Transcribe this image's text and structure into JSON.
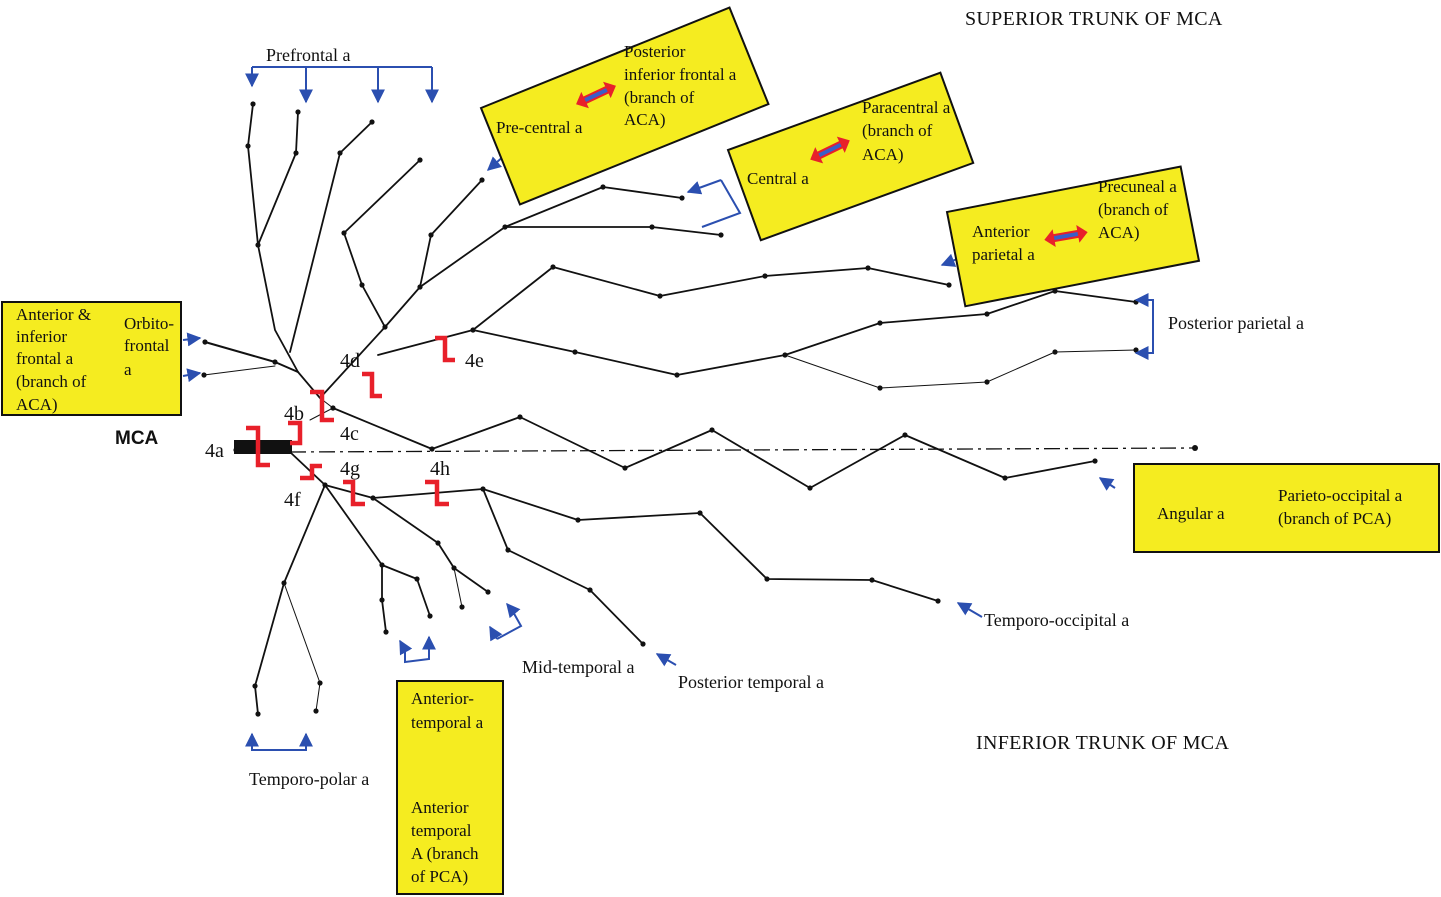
{
  "headings": {
    "superior": "SUPERIOR TRUNK OF MCA",
    "inferior": "INFERIOR TRUNK OF MCA"
  },
  "mca_label": "MCA",
  "segments": {
    "s4a": "4a",
    "s4b": "4b",
    "s4c": "4c",
    "s4d": "4d",
    "s4e": "4e",
    "s4f": "4f",
    "s4g": "4g",
    "s4h": "4h"
  },
  "labels": {
    "prefrontal": "Prefrontal a",
    "posterior_parietal": "Posterior parietal a",
    "temporo_occipital": "Temporo-occipital a",
    "mid_temporal": "Mid-temporal a",
    "posterior_temporal": "Posterior temporal a",
    "temporo_polar": "Temporo-polar a"
  },
  "boxes": {
    "orbitofrontal": {
      "left": [
        "Anterior &",
        "inferior",
        "frontal a",
        "(branch of",
        "ACA)"
      ],
      "right": [
        "Orbito-",
        "frontal",
        "a"
      ]
    },
    "precentral": {
      "left": [
        "Pre-central a"
      ],
      "right": [
        "Posterior",
        "inferior frontal a",
        "(branch of",
        "ACA)"
      ]
    },
    "central": {
      "left": [
        "Central a"
      ],
      "right": [
        "Paracentral a",
        "(branch of",
        "ACA)"
      ]
    },
    "anterior_parietal": {
      "left": [
        "Anterior",
        "parietal a"
      ],
      "right": [
        "Precuneal a",
        "(branch of",
        "ACA)"
      ]
    },
    "angular": {
      "left": [
        "Angular a"
      ],
      "right": [
        "Parieto-occipital a",
        "(branch of PCA)"
      ]
    },
    "anterior_temporal": {
      "top": [
        "Anterior-",
        "temporal a"
      ],
      "bottom": [
        "Anterior",
        "temporal",
        "A (branch",
        "of PCA)"
      ]
    }
  },
  "colors": {
    "box_fill": "#f5ec20",
    "vessel": "#111111",
    "arrow": "#2b4fb0",
    "occlusion": "#e8202a",
    "double_arrow_fill": "#e8202a",
    "double_arrow_core": "#3a5ec8"
  }
}
